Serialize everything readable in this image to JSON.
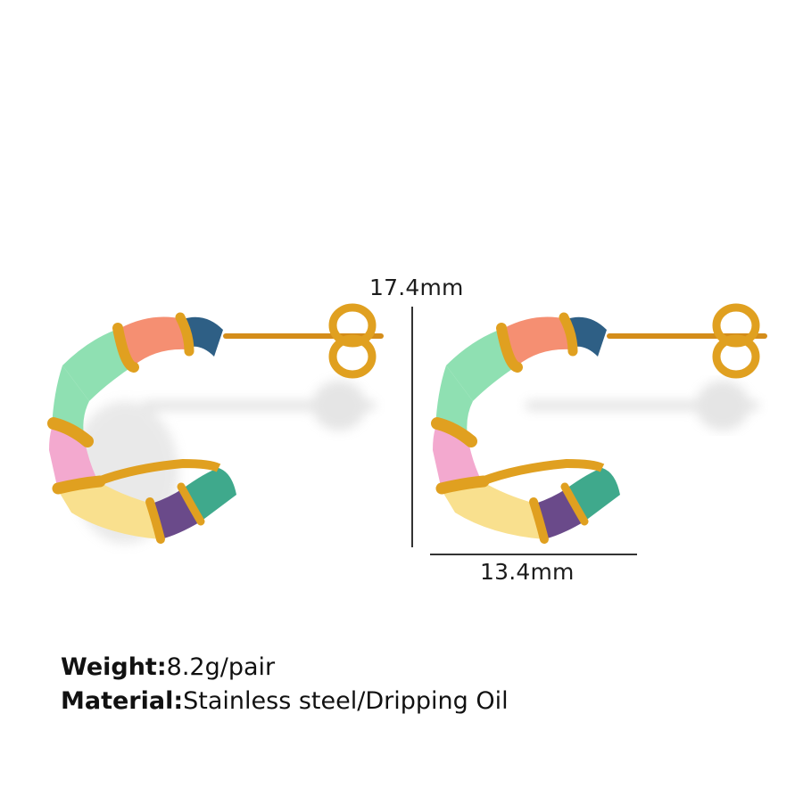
{
  "product": {
    "type": "enamel hoop stud earrings",
    "colors": {
      "gold": "#e0a020",
      "coral": "#f58f72",
      "blue": "#2e5f85",
      "mint": "#8fe0b2",
      "pink": "#f3a9cf",
      "yellow": "#f9e08e",
      "purple": "#6a4a8a",
      "teal": "#3fa98c"
    }
  },
  "dimensions": {
    "height_label": "17.4mm",
    "width_label": "13.4mm"
  },
  "specs": [
    {
      "key": "Weight:",
      "value": "8.2g/pair"
    },
    {
      "key": "Material:",
      "value": "Stainless steel/Dripping Oil"
    }
  ]
}
